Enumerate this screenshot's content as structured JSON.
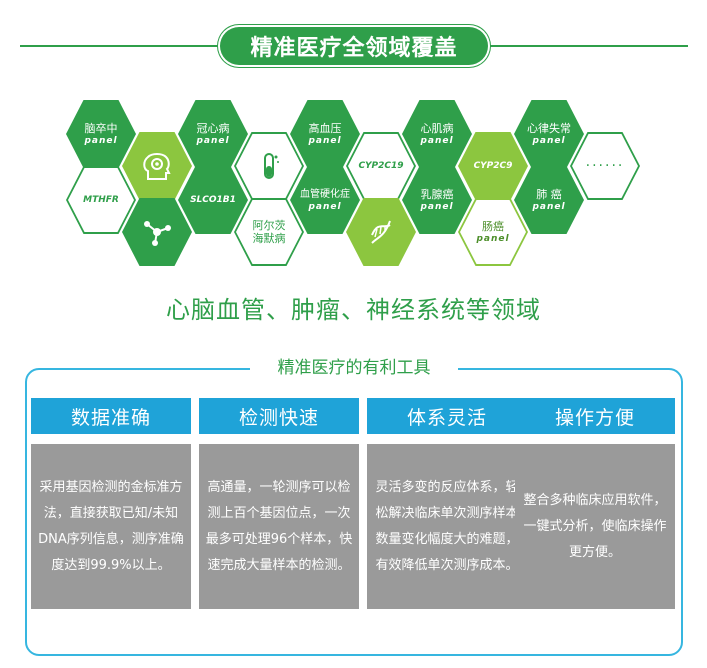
{
  "banner": {
    "title": "精准医疗全领域覆盖"
  },
  "panels": {
    "stroke": {
      "line1": "脑卒中",
      "line2": "panel"
    },
    "mthfr": {
      "label": "MTHFR"
    },
    "coronary": {
      "line1": "冠心病",
      "line2": "panel"
    },
    "slco1b1": {
      "label": "SLCO1B1"
    },
    "alzheimer": {
      "line1": "阿尔茨",
      "line2": "海默病"
    },
    "hypertension": {
      "line1": "高血压",
      "line2": "panel"
    },
    "atherosclerosis": {
      "line1": "血管硬化症",
      "line2": "panel"
    },
    "cyp2c19": {
      "label": "CYP2C19"
    },
    "myocardiopathy": {
      "line1": "心肌病",
      "line2": "panel"
    },
    "breast_cancer": {
      "line1": "乳腺癌",
      "line2": "panel"
    },
    "cyp2c9": {
      "label": "CYP2C9"
    },
    "bowel_cancer": {
      "line1": "肠癌",
      "line2": "panel"
    },
    "arrhythmia": {
      "line1": "心律失常",
      "line2": "panel"
    },
    "lung_cancer": {
      "line1": "肺 癌",
      "line2": "panel"
    },
    "more": {
      "label": "······"
    }
  },
  "subtitle": "心脑血管、肿瘤、神经系统等领域",
  "tools": {
    "title": "精准医疗的有利工具",
    "columns": [
      {
        "heading": "数据准确",
        "body": "采用基因检测的金标准方法，直接获取已知/未知DNA序列信息，测序准确度达到99.9%以上。"
      },
      {
        "heading": "检测快速",
        "body": "高通量，一轮测序可以检测上百个基因位点，一次最多可处理96个样本，快速完成大量样本的检测。"
      },
      {
        "heading": "体系灵活",
        "body": "灵活多变的反应体系，轻松解决临床单次测序样本数量变化幅度大的难题，有效降低单次测序成本。"
      },
      {
        "heading": "操作方便",
        "body": "整合多种临床应用软件，一键式分析，使临床操作更方便。"
      }
    ]
  },
  "colors": {
    "green": "#2f9f4a",
    "light_green": "#8cc63f",
    "blue": "#1fa3d8",
    "grey": "#9a9a9a"
  }
}
